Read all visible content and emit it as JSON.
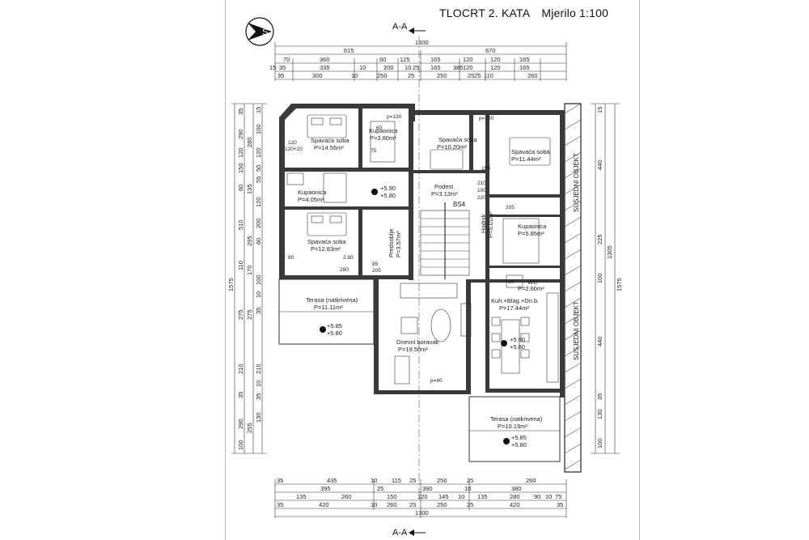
{
  "title": {
    "plan_name": "TLOCRT 2. KATA",
    "scale": "Mjerilo 1:100"
  },
  "section_marker": "A-A",
  "adjacent_building_label": "SUSJEDNI OBJEKT",
  "stair_label": "BS4",
  "rooms": [
    {
      "id": "bedroom1",
      "name": "Spavaća soba",
      "area": "P=14.56m²"
    },
    {
      "id": "bath1",
      "name": "Kupaonica",
      "area": "P=3.80m²"
    },
    {
      "id": "bedroom2",
      "name": "Spavaća soba",
      "area": "P=10.20m²"
    },
    {
      "id": "bedroom3",
      "name": "Spavaća soba",
      "area": "P=11.44m²"
    },
    {
      "id": "bath2",
      "name": "Kupaonica",
      "area": "P=4.05m²"
    },
    {
      "id": "landing",
      "name": "Podest",
      "area": "P=3.13m²"
    },
    {
      "id": "bedroom4",
      "name": "Spavaća soba",
      "area": "P=12.83m²"
    },
    {
      "id": "hall1",
      "name": "Predsoblje",
      "area": "P=3.57m²"
    },
    {
      "id": "hall2",
      "name": "Hodnik",
      "area": "P=5.01m²"
    },
    {
      "id": "bath3",
      "name": "Kupaonica",
      "area": "P=5.85m²"
    },
    {
      "id": "wc",
      "name": "WC",
      "area": "P=2.60m²"
    },
    {
      "id": "terrace1",
      "name": "Terasa (natkrivena)",
      "area": "P=11.11m²"
    },
    {
      "id": "kitchen",
      "name": "Kuh.+Blag.+Dn.b.",
      "area": "P=17.44m²"
    },
    {
      "id": "living",
      "name": "Dnevni boravak",
      "area": "P=19.50m²"
    },
    {
      "id": "terrace2",
      "name": "Terasa (natkrivena)",
      "area": "P=10.19m²"
    }
  ],
  "levels": [
    {
      "top": "+5.90",
      "bottom": "+5.80"
    },
    {
      "top": "+5.85",
      "bottom": "+5.80"
    },
    {
      "top": "+5.90",
      "bottom": "+5.80"
    },
    {
      "top": "+5.85",
      "bottom": "+5.80"
    }
  ],
  "dims_top": {
    "overall": "1300",
    "row1": [
      "615",
      "670"
    ],
    "row2": [
      "70",
      "360",
      "60",
      "125",
      "165",
      "120",
      "120",
      "165"
    ],
    "row3": [
      "15",
      "35",
      "335",
      "10",
      "200",
      "10",
      "25",
      "165",
      "120",
      "120",
      "165"
    ],
    "row4": [
      "35",
      "300",
      "10",
      "250",
      "25",
      "250",
      "25",
      "385",
      "25",
      "110",
      "260"
    ]
  },
  "dims_bottom": {
    "overall": "1300",
    "row1": [
      "35",
      "435",
      "10",
      "115",
      "25",
      "250",
      "25",
      "260"
    ],
    "row2": [
      "395",
      "25",
      "390",
      "10",
      "380"
    ],
    "row3": [
      "135",
      "260",
      "150",
      "120",
      "145",
      "10",
      "135",
      "280",
      "90",
      "10",
      "75"
    ],
    "row4": [
      "35",
      "420",
      "10",
      "260",
      "25",
      "250",
      "25",
      "420",
      "35"
    ]
  },
  "dims_left": {
    "overall": "1575",
    "col1": [
      "35",
      "290",
      "120",
      "280",
      "150",
      "60",
      "135",
      "510",
      "295",
      "110",
      "170",
      "275",
      "275",
      "210",
      "35",
      "290",
      "255",
      "100"
    ],
    "col2": [
      "15",
      "50",
      "100",
      "120",
      "55",
      "120",
      "200",
      "60",
      "100",
      "10",
      "35",
      "210",
      "10",
      "35",
      "130"
    ]
  },
  "dims_right": {
    "overall": "1575",
    "col1": [
      "15",
      "440",
      "225",
      "1305",
      "100",
      "440",
      "35",
      "130",
      "100"
    ]
  },
  "small_dims": [
    "120",
    "120+20",
    "85",
    "205",
    "60",
    "75",
    "p=130",
    "p=100",
    "p=40",
    "210",
    "100",
    "220",
    "280",
    "205",
    "80",
    "90",
    "2.80",
    "150"
  ]
}
